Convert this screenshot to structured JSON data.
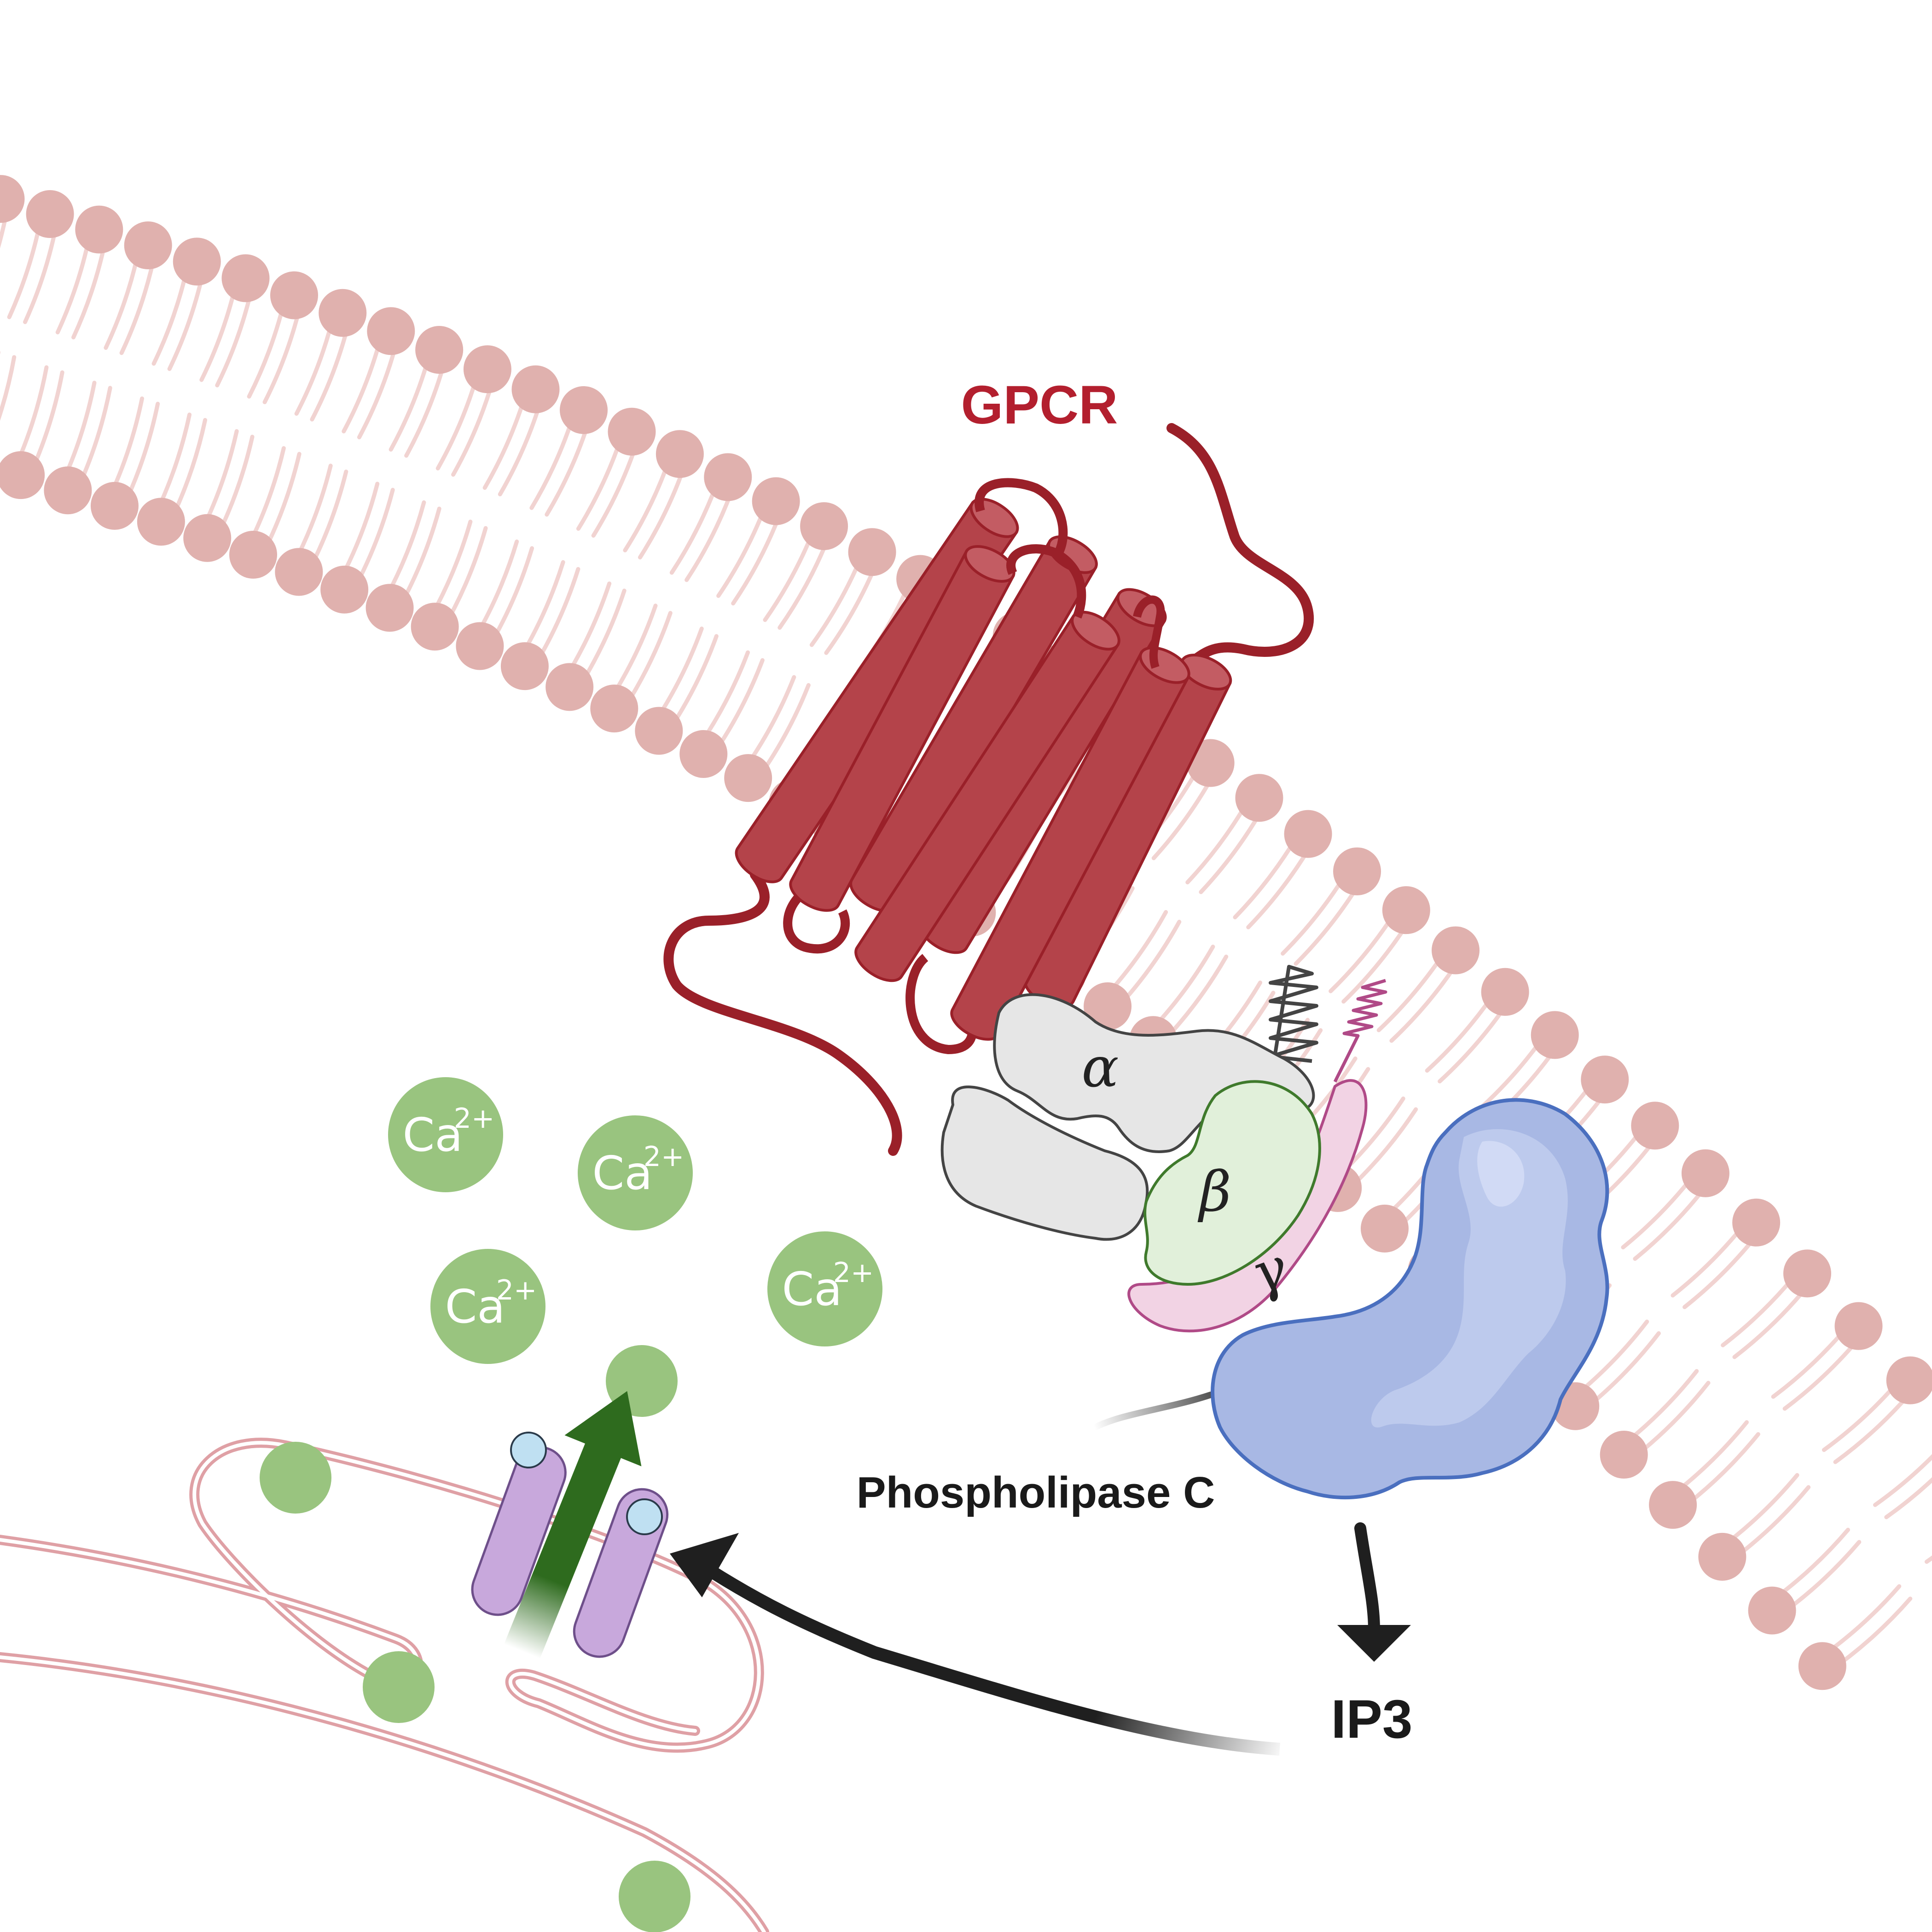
{
  "labels": {
    "gpcr": "GPCR",
    "phospholipase_c": "Phospholipase C",
    "ip3": "IP3",
    "alpha": "α",
    "beta": "β",
    "gamma": "γ",
    "calcium_base": "Ca",
    "calcium_charge": "2+"
  },
  "colors": {
    "membrane_head": "#e0b1ae",
    "membrane_tail": "#f1d3d1",
    "gpcr": "#b4434a",
    "gpcr_dark": "#9a2029",
    "gpcr_label": "#b31f2e",
    "g_alpha": "#e6e6e6",
    "g_beta": "#e1f0da",
    "g_gamma": "#f2d3e4",
    "plc": "#a8b8e4",
    "plc_light": "#c1cdef",
    "calcium": "#99c47f",
    "er_membrane": "#dfa0a5",
    "channel": "#c8a8dc",
    "channel_cap": "#bfe0f2",
    "flux_arrow": "#2e6b1e",
    "arrow": "#1f1f1f"
  }
}
